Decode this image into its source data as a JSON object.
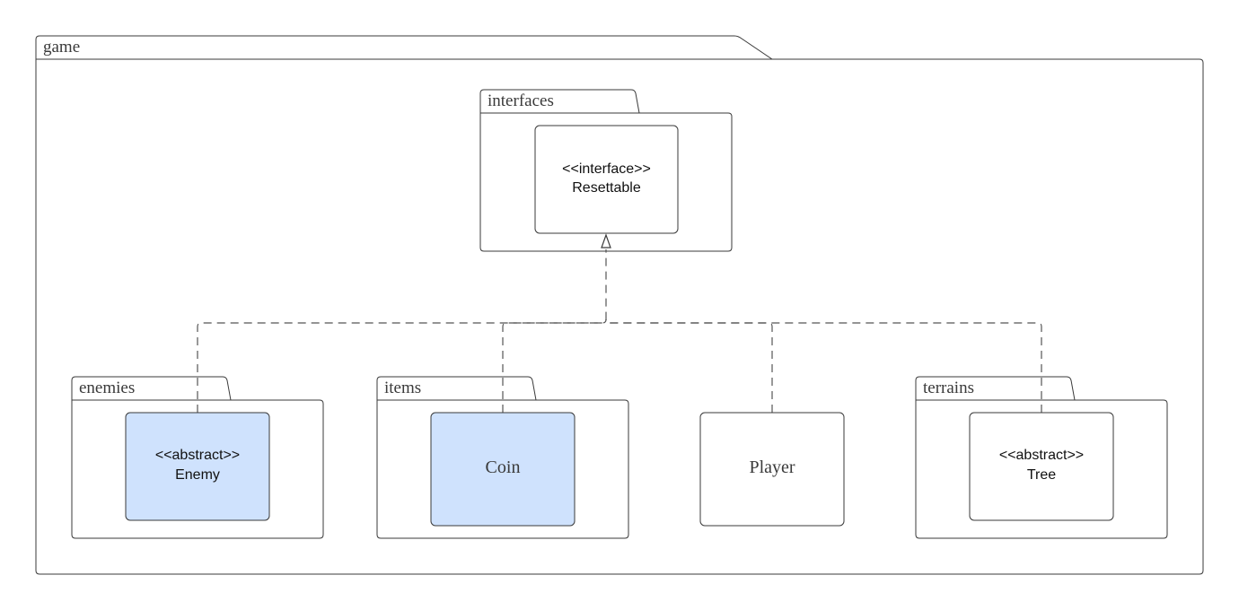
{
  "colors": {
    "abstract_fill": "#cfe2fd",
    "default_fill": "#ffffff",
    "stroke": "#3a3a3a"
  },
  "packages": {
    "game": "game",
    "interfaces": "interfaces",
    "enemies": "enemies",
    "items": "items",
    "terrains": "terrains"
  },
  "classes": {
    "resettable": {
      "stereotype": "<<interface>>",
      "name": "Resettable"
    },
    "enemy": {
      "stereotype": "<<abstract>>",
      "name": "Enemy"
    },
    "coin": {
      "name": "Coin"
    },
    "player": {
      "name": "Player"
    },
    "tree": {
      "stereotype": "<<abstract>>",
      "name": "Tree"
    }
  }
}
